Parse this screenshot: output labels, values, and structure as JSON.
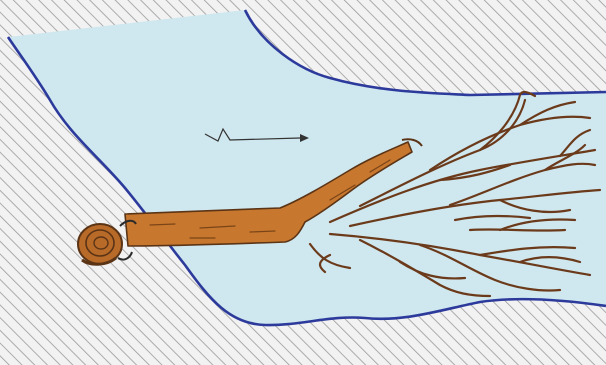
{
  "diagram": {
    "elements": [
      "river-bank",
      "river-water",
      "flow-direction-arrow",
      "tree-trunk",
      "root-wad",
      "tree-crown-branches"
    ],
    "flow_direction": "right",
    "colors": {
      "water": "#cfe7ee",
      "shoreline": "#2c3a9c",
      "bank_background": "#f2f2f2",
      "bank_hatch": "#9a9a9a",
      "trunk": "#c8782e",
      "trunk_outline": "#5b3416",
      "branches": "#6b3a1b",
      "arrow": "#333333"
    }
  }
}
